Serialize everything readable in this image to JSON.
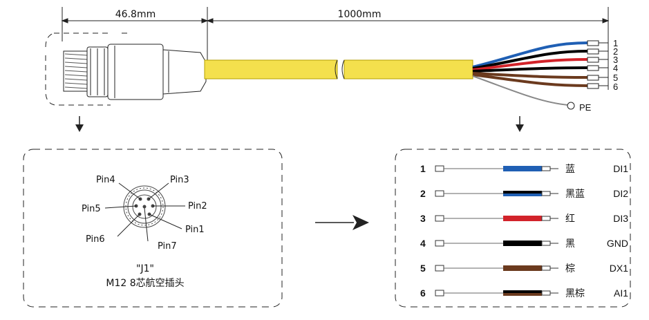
{
  "dimensions": {
    "connector_length": "46.8mm",
    "cable_length": "1000mm"
  },
  "wire_end_numbers": [
    "1",
    "2",
    "3",
    "4",
    "5",
    "6"
  ],
  "pe_label": "PE",
  "connector": {
    "pins": [
      "Pin4",
      "Pin3",
      "Pin2",
      "Pin5",
      "Pin1",
      "Pin6",
      "Pin7"
    ],
    "id_label": "\"J1\"",
    "description": "M12 8芯航空插头"
  },
  "wire_table": [
    {
      "num": "1",
      "color_name": "蓝",
      "signal": "DI1",
      "colors": [
        "#1f5fb4"
      ]
    },
    {
      "num": "2",
      "color_name": "黑蓝",
      "signal": "DI2",
      "colors": [
        "#000000",
        "#1f5fb4"
      ]
    },
    {
      "num": "3",
      "color_name": "红",
      "signal": "DI3",
      "colors": [
        "#d2232a"
      ]
    },
    {
      "num": "4",
      "color_name": "黑",
      "signal": "GND",
      "colors": [
        "#000000"
      ]
    },
    {
      "num": "5",
      "color_name": "棕",
      "signal": "DX1",
      "colors": [
        "#6b3a1e"
      ]
    },
    {
      "num": "6",
      "color_name": "黑棕",
      "signal": "AI1",
      "colors": [
        "#000000",
        "#6b3a1e"
      ]
    }
  ],
  "colors": {
    "cable": "#f4e04d",
    "cable_edge": "#b59f00",
    "blue": "#1f5fb4",
    "black": "#000000",
    "red": "#d2232a",
    "brown": "#6b3a1e",
    "pe_wire": "#ffffff"
  }
}
